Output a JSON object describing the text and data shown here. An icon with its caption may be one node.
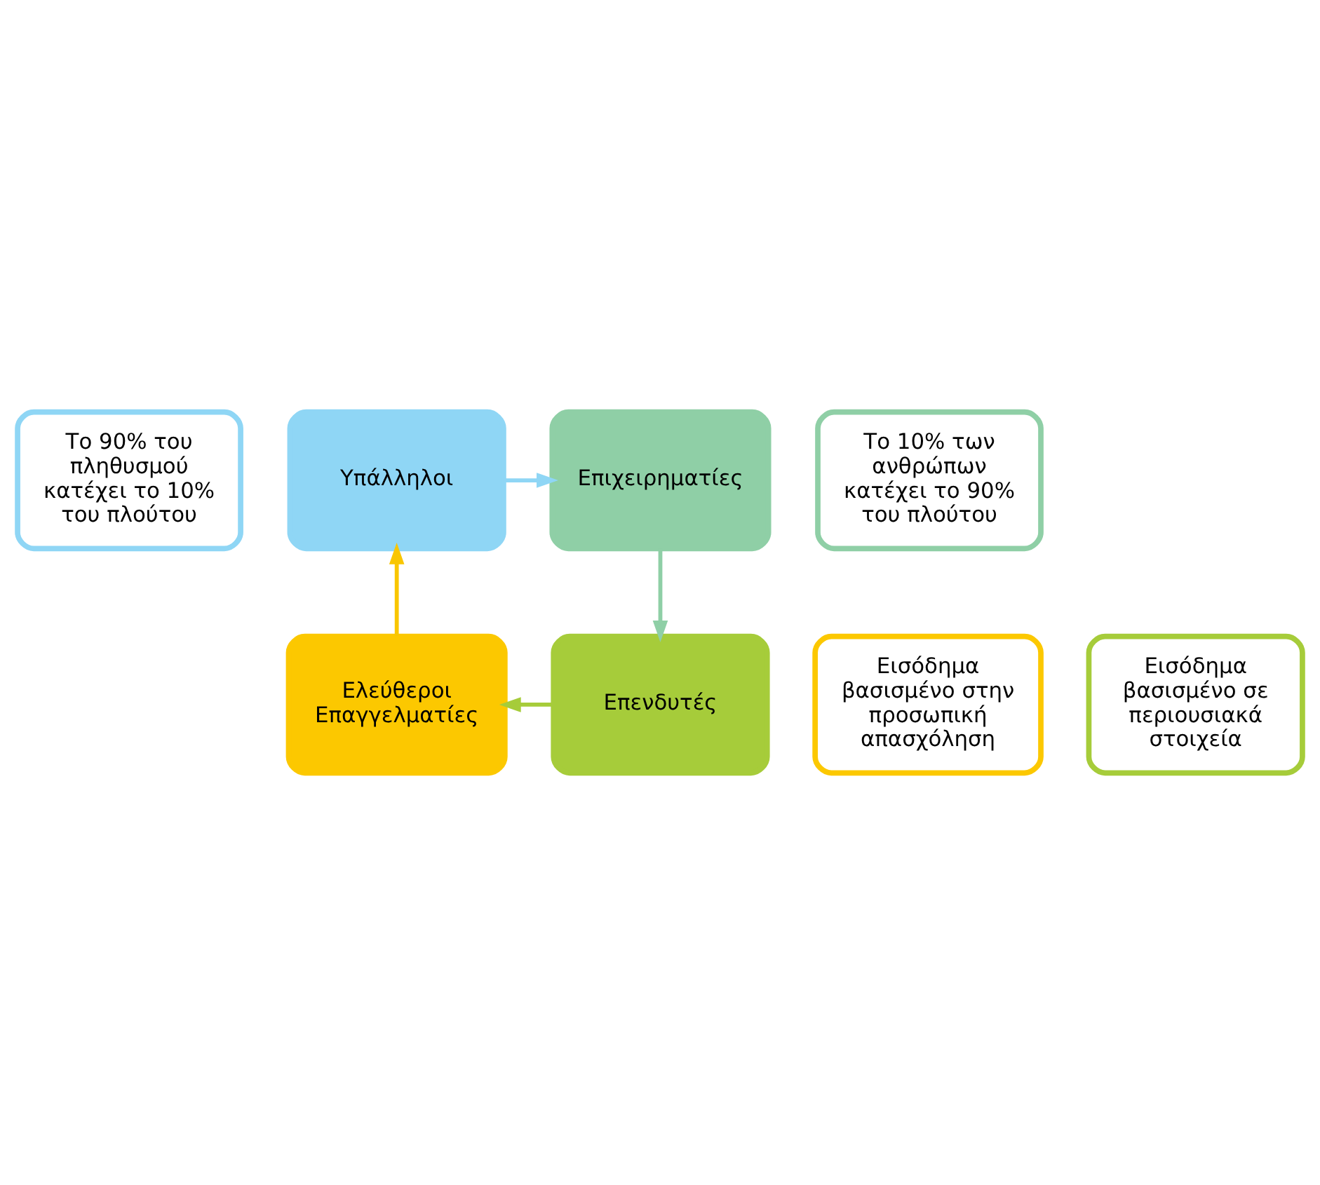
{
  "diagram": {
    "nodes": [
      {
        "text": [
          "Το 90% του πληθυσμού κατέχει το 10% του πλούτου"
        ]
      },
      {
        "text": [
          "Το 10% των ανθρώπων κατέχει το 90% του πλούτου"
        ]
      },
      {
        "text": [
          "Υπάλληλοι"
        ]
      },
      {
        "text": [
          "Επιχειρηματίες"
        ]
      },
      {
        "text": [
          "Ελεύθεροι Επαγγελματίες"
        ]
      },
      {
        "text": [
          "Επενδυτές"
        ]
      },
      {
        "text": [
          "Εισόδημα βασισμένο στην προσωπική απασχόληση"
        ]
      },
      {
        "text": [
          "Εισόδημα βασισμένο σε περιουσιακά στοιχεία"
        ]
      }
    ],
    "edges": [
      {
        "from": 2,
        "to": 3,
        "arrow": "to",
        "color": "#8fd6f5"
      },
      {
        "from": 3,
        "to": 5,
        "arrow": "to",
        "color": "#8fcfa6"
      },
      {
        "from": 5,
        "to": 4,
        "arrow": "to",
        "color": "#a6cc3a"
      },
      {
        "from": 4,
        "to": 2,
        "arrow": "to",
        "color": "#f9c600"
      }
    ]
  }
}
